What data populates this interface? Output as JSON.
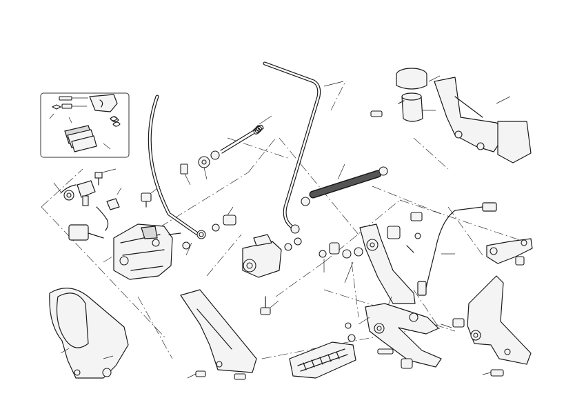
{
  "diagram": {
    "background": "#ffffff",
    "line_color": "#1a1a1a",
    "parts": [
      "brake-pad-kit-inset",
      "rear-brake-caliper",
      "caliper-sensor",
      "brake-line",
      "spring-assembly",
      "master-cylinder-pipe",
      "rear-brake-master-cylinder",
      "reservoir-hose",
      "brake-fluid-reservoir",
      "reservoir-bracket",
      "brake-pedal",
      "brake-light-switch",
      "heel-guard",
      "footpeg-bracket",
      "footpeg",
      "footpeg-mount-right",
      "caliper-bracket"
    ]
  }
}
